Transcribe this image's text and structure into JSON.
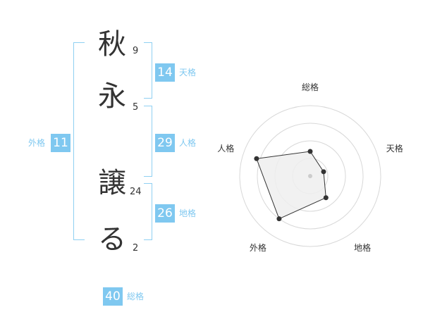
{
  "name": {
    "characters": [
      {
        "char": "秋",
        "strokes": "9"
      },
      {
        "char": "永",
        "strokes": "5"
      },
      {
        "char": "譲",
        "strokes": "24"
      },
      {
        "char": "る",
        "strokes": "2"
      }
    ]
  },
  "kaku": {
    "tenkaku": {
      "value": "14",
      "label": "天格"
    },
    "jinkaku": {
      "value": "29",
      "label": "人格"
    },
    "chikaku": {
      "value": "26",
      "label": "地格"
    },
    "gaikaku": {
      "value": "11",
      "label": "外格"
    },
    "soukaku": {
      "value": "40",
      "label": "総格"
    }
  },
  "colors": {
    "accent": "#7fc8f0",
    "bracket": "#8fd0f2",
    "text": "#333333",
    "ring": "#d8d8d8",
    "fill": "#eeeeee"
  },
  "chart_data": {
    "type": "radar",
    "axes": [
      "総格",
      "天格",
      "地格",
      "外格",
      "人格"
    ],
    "values": [
      0.35,
      0.2,
      0.38,
      0.75,
      0.8
    ],
    "range": [
      0,
      1
    ],
    "rings": 4
  }
}
